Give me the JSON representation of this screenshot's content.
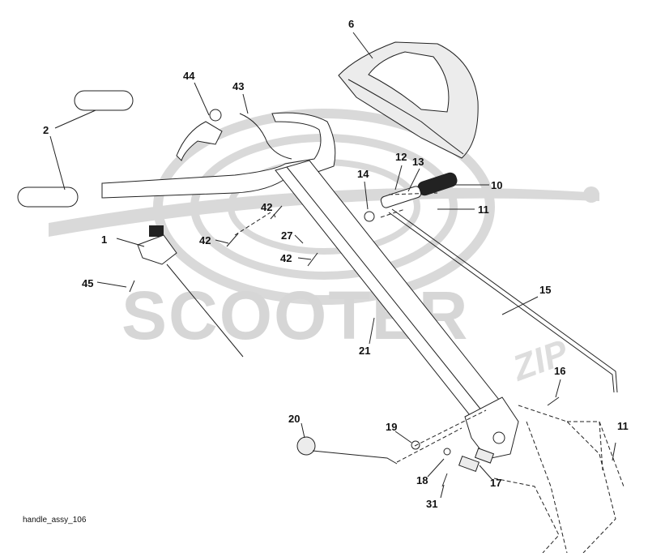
{
  "diagram": {
    "filename": "handle_assy_106",
    "watermark": {
      "text": "SCOOTER",
      "suffix": "ZIP"
    },
    "callouts": [
      {
        "id": "c1",
        "label": "1"
      },
      {
        "id": "c2",
        "label": "2"
      },
      {
        "id": "c6",
        "label": "6"
      },
      {
        "id": "c10",
        "label": "10"
      },
      {
        "id": "c11a",
        "label": "11"
      },
      {
        "id": "c11b",
        "label": "11"
      },
      {
        "id": "c12",
        "label": "12"
      },
      {
        "id": "c13",
        "label": "13"
      },
      {
        "id": "c14",
        "label": "14"
      },
      {
        "id": "c15",
        "label": "15"
      },
      {
        "id": "c16",
        "label": "16"
      },
      {
        "id": "c17",
        "label": "17"
      },
      {
        "id": "c18",
        "label": "18"
      },
      {
        "id": "c19",
        "label": "19"
      },
      {
        "id": "c20",
        "label": "20"
      },
      {
        "id": "c21",
        "label": "21"
      },
      {
        "id": "c27",
        "label": "27"
      },
      {
        "id": "c31",
        "label": "31"
      },
      {
        "id": "c42a",
        "label": "42"
      },
      {
        "id": "c42b",
        "label": "42"
      },
      {
        "id": "c42c",
        "label": "42"
      },
      {
        "id": "c43",
        "label": "43"
      },
      {
        "id": "c44",
        "label": "44"
      },
      {
        "id": "c45",
        "label": "45"
      }
    ]
  }
}
